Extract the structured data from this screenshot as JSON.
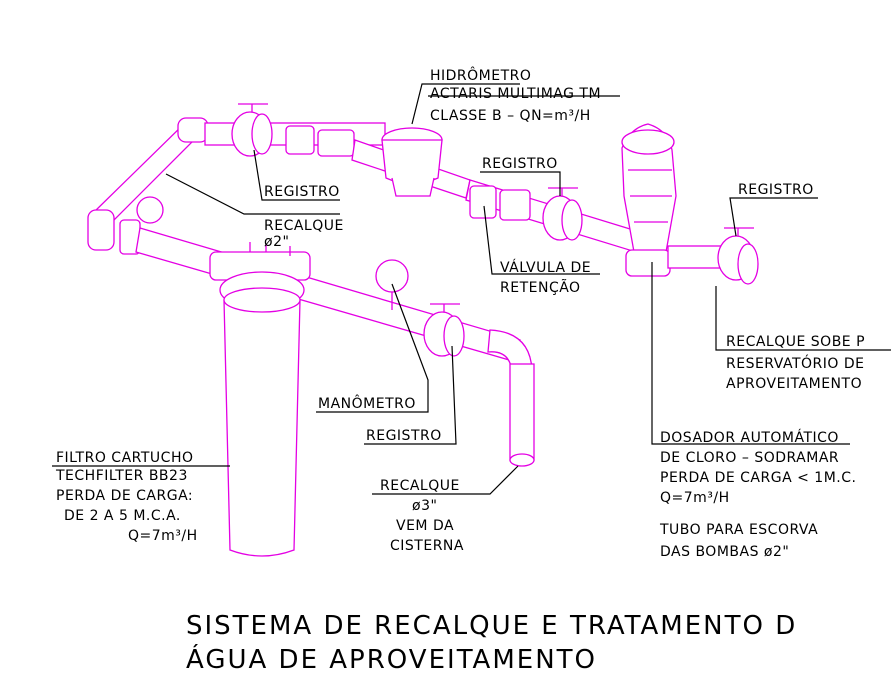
{
  "labels": {
    "hidrometro": [
      "HIDRÔMETRO",
      "ACTARIS MULTIMAG TM",
      "CLASSE B – QN=m³/H"
    ],
    "registro_1": "REGISTRO",
    "registro_2": "REGISTRO",
    "registro_3": "REGISTRO",
    "registro_4": "REGISTRO",
    "recalque_2": [
      "RECALQUE",
      "ø2\""
    ],
    "valvula": [
      "VÁLVULA DE",
      "RETENÇÃO"
    ],
    "recalque_sobe": [
      "RECALQUE SOBE P",
      "RESERVATÓRIO DE",
      "APROVEITAMENTO"
    ],
    "manometro": "MANÔMETRO",
    "filtro": [
      "FILTRO CARTUCHO",
      "TECHFILTER BB23",
      "PERDA DE CARGA:",
      "DE 2 A 5 M.C.A.",
      "Q=7m³/H"
    ],
    "recalque_3": [
      "RECALQUE",
      "ø3\"",
      "VEM DA",
      "CISTERNA"
    ],
    "dosador": [
      "DOSADOR AUTOMÁTICO",
      "DE CLORO – SODRAMAR",
      "PERDA DE CARGA < 1M.C.",
      "Q=7m³/H"
    ],
    "tubo": [
      "TUBO PARA ESCORVA",
      "DAS BOMBAS ø2\""
    ]
  },
  "title": [
    "SISTEMA DE RECALQUE E TRATAMENTO D",
    "ÁGUA DE APROVEITAMENTO"
  ]
}
